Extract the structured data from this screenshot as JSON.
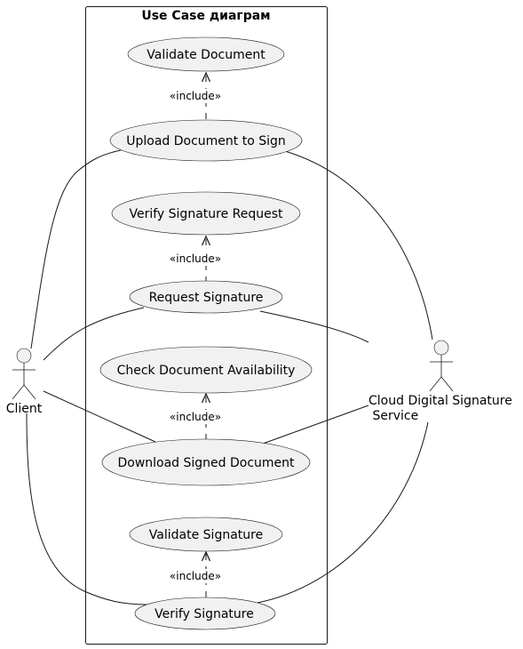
{
  "system": {
    "title": "Use Case диаграм"
  },
  "actors": {
    "client": {
      "label": "Client"
    },
    "service": {
      "line1": "Cloud Digital Signature",
      "line2": " Service"
    }
  },
  "use_cases": {
    "validate_document": "Validate Document",
    "upload_document": "Upload Document to Sign",
    "verify_signature_request": "Verify Signature Request",
    "request_signature": "Request Signature",
    "check_document_availability": "Check Document Availability",
    "download_signed_document": "Download Signed Document",
    "validate_signature": "Validate Signature",
    "verify_signature": "Verify Signature"
  },
  "relations": {
    "include_label": "«include»"
  },
  "colors": {
    "usecase_fill": "#F1F1F1",
    "stroke": "#181818"
  }
}
